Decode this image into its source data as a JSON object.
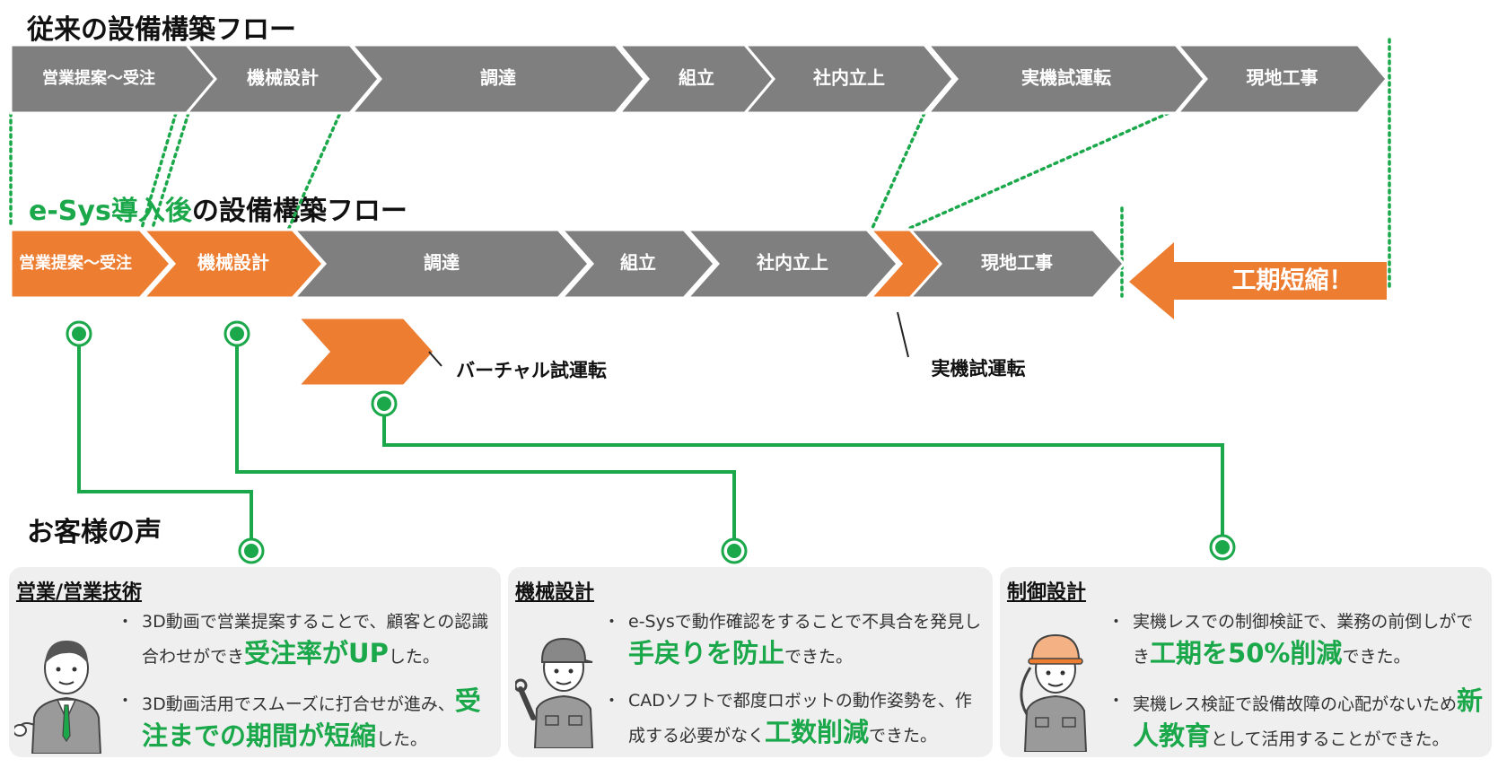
{
  "headings": {
    "traditional": "従来の設備構築フロー",
    "after_prefix": "e-Sys導入後",
    "after_suffix": "の設備構築フロー",
    "voices": "お客様の声"
  },
  "traditional_flow": [
    "営業提案～受注",
    "機械設計",
    "調達",
    "組立",
    "社内立上",
    "実機試運転",
    "現地工事"
  ],
  "esys_flow": [
    "営業提案～受注",
    "機械設計",
    "調達",
    "組立",
    "社内立上",
    "",
    "現地工事"
  ],
  "virtual_test_label": "バーチャル試運転",
  "real_test_label": "実機試運転",
  "shorten_label": "工期短縮！",
  "colors": {
    "gray": "#7f7f7f",
    "orange": "#ed7d31",
    "green": "#1aa84a",
    "card": "#efefef"
  },
  "cards": [
    {
      "title": "営業/営業技術",
      "icon": "salesperson-icon",
      "bullets": [
        {
          "pre": "3D動画で営業提案することで、顧客との認識合わせができ",
          "em": "受注率がUP",
          "post": "した。"
        },
        {
          "pre": "3D動画活用でスムーズに打合せが進み、",
          "em": "受注までの期間が短縮",
          "post": "した。"
        }
      ]
    },
    {
      "title": "機械設計",
      "icon": "mechanic-icon",
      "bullets": [
        {
          "pre": "e-Sysで動作確認をすることで不具合を発見し",
          "em": "手戻りを防止",
          "post": "できた。"
        },
        {
          "pre": "CADソフトで都度ロボットの動作姿勢を、作成する必要がなく",
          "em": "工数削減",
          "post": "できた。"
        }
      ]
    },
    {
      "title": "制御設計",
      "icon": "engineer-icon",
      "bullets": [
        {
          "pre": "実機レスでの制御検証で、業務の前倒しができ",
          "em": "工期を50%削減",
          "post": "できた。"
        },
        {
          "pre": "実機レス検証で設備故障の心配がないため",
          "em": "新人教育",
          "post": "として活用することができた。"
        }
      ]
    }
  ]
}
